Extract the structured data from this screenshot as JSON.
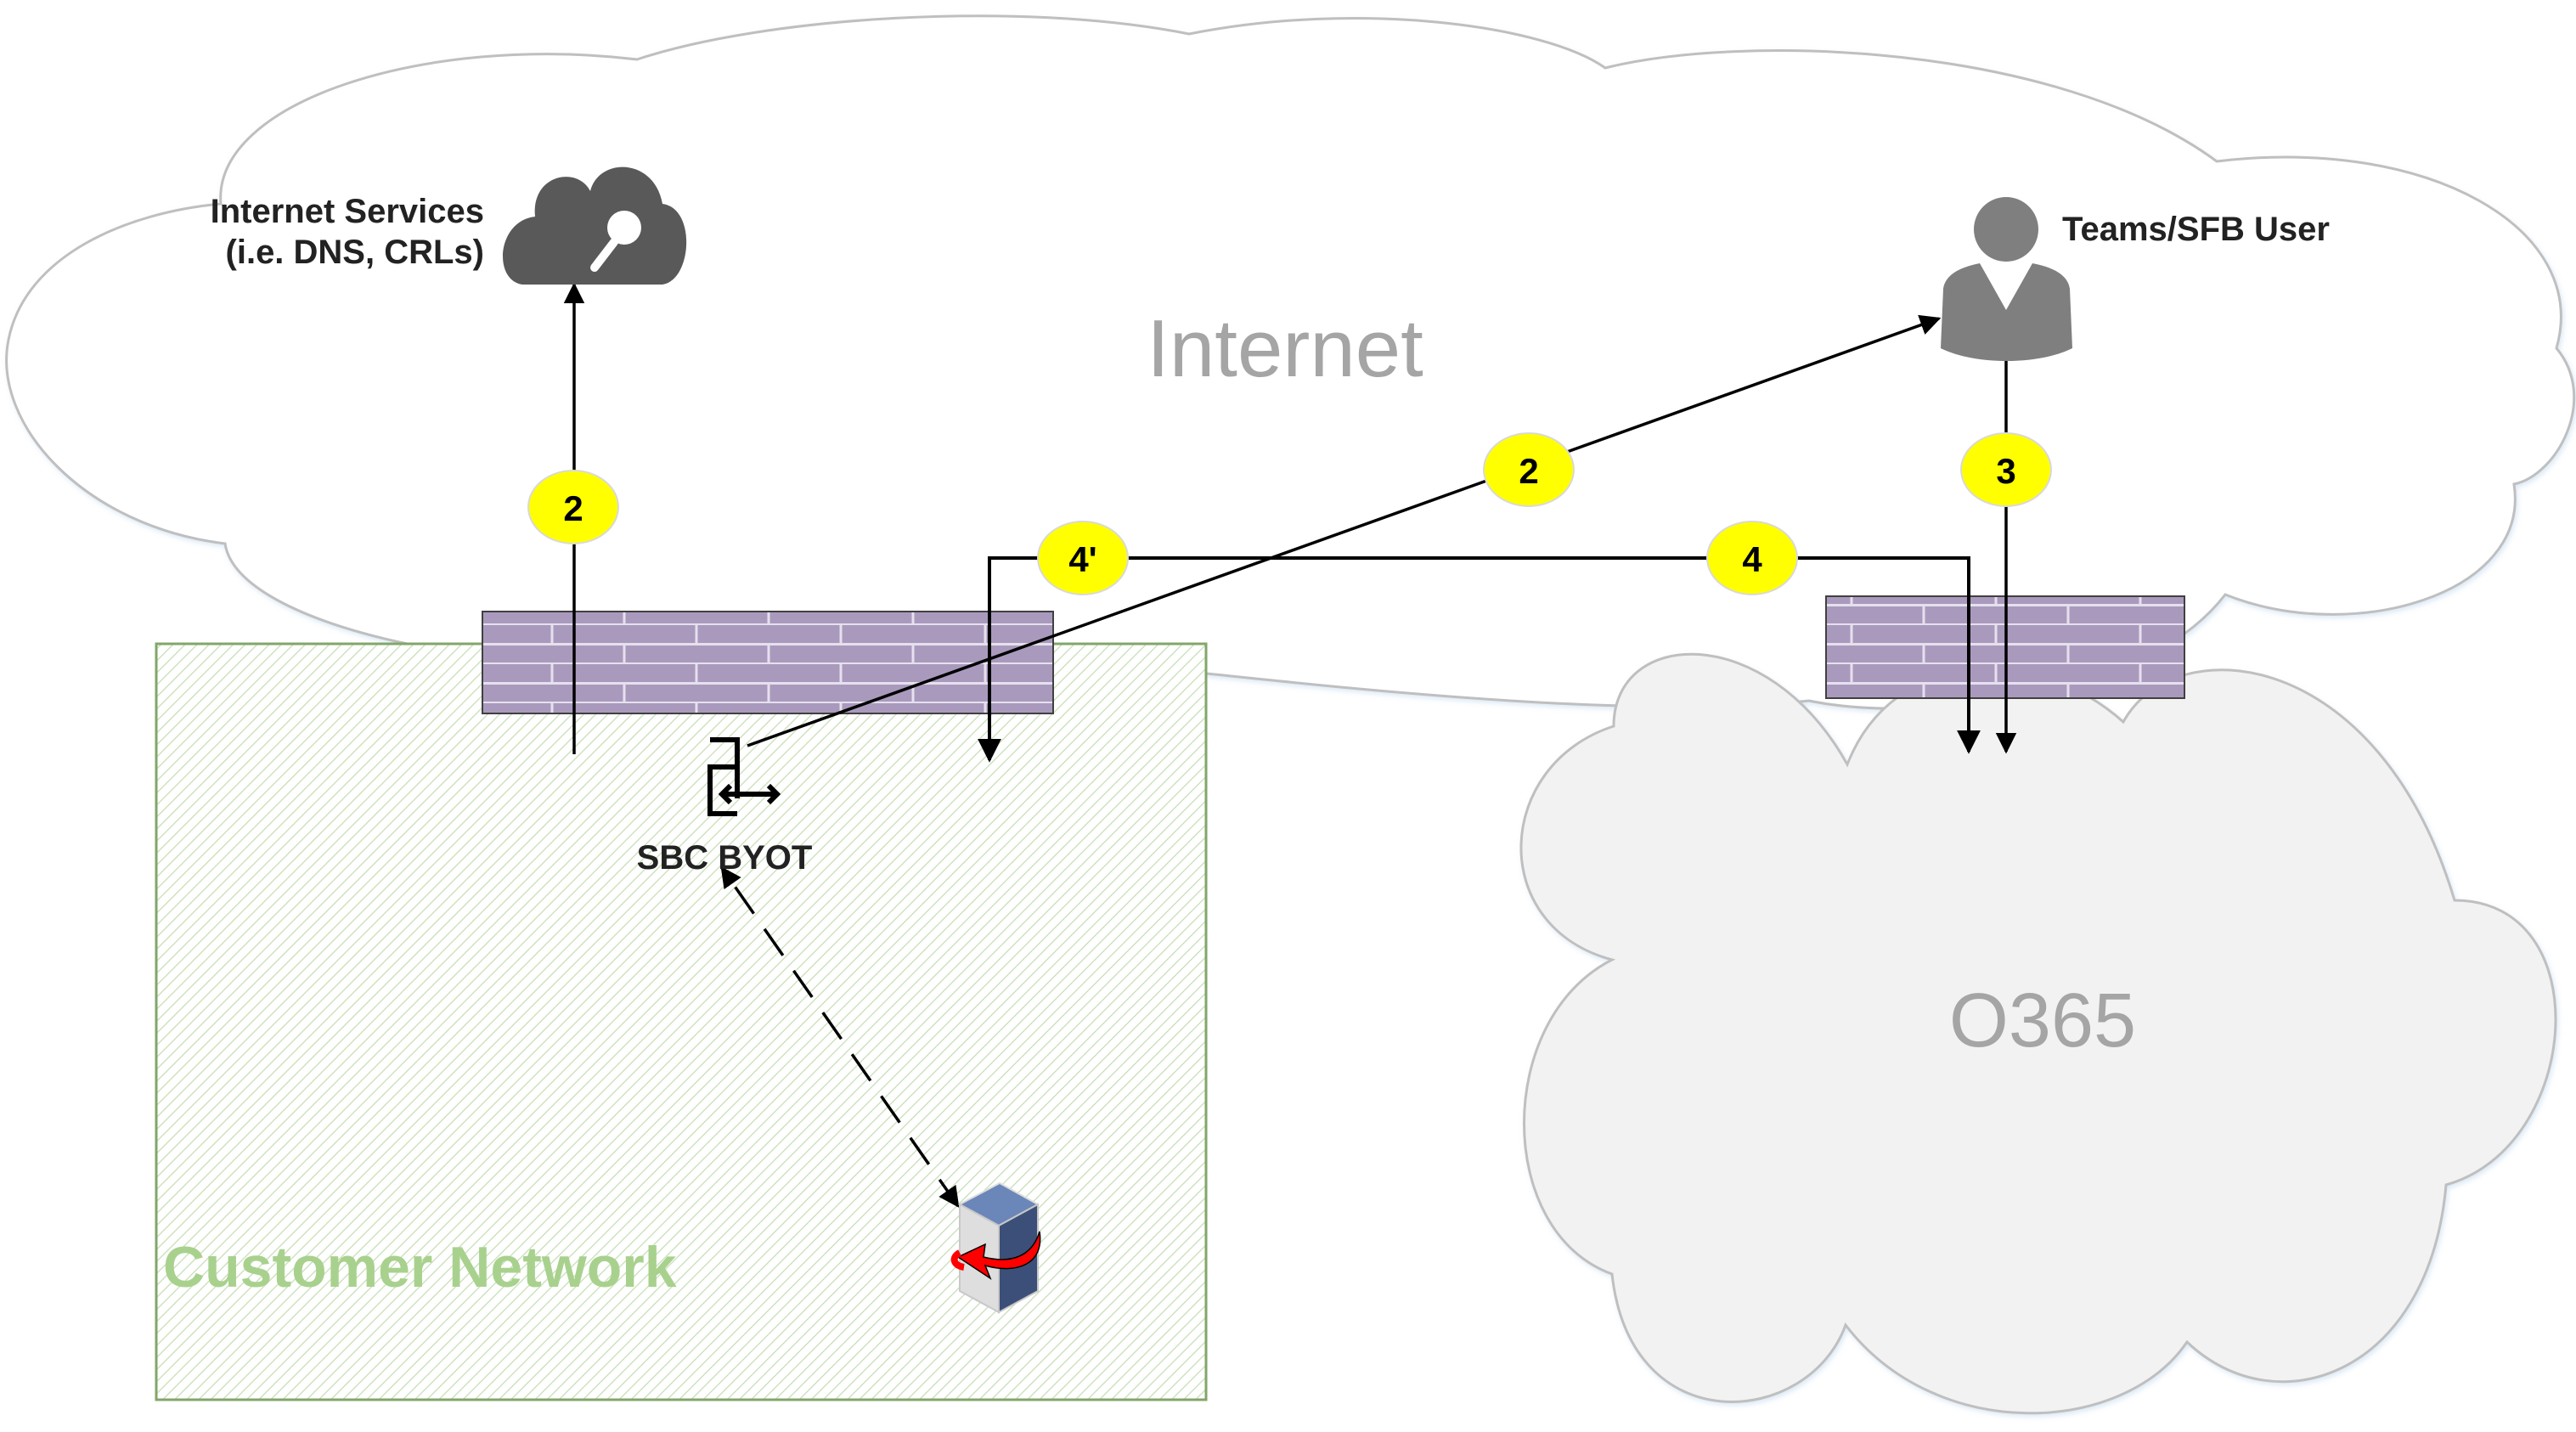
{
  "diagram": {
    "zones": {
      "internet": {
        "label": "Internet"
      },
      "o365": {
        "label": "O365"
      },
      "customer_network": {
        "label": "Customer Network"
      }
    },
    "nodes": {
      "internet_services": {
        "label_line1": "Internet Services",
        "label_line2": "(i.e. DNS, CRLs)",
        "icon": "cloud-search-icon"
      },
      "teams_user": {
        "label": "Teams/SFB User",
        "icon": "user-icon"
      },
      "sbc": {
        "label": "SBC BYOT",
        "icon": "sbc-gateway-icon"
      },
      "pbx_server": {
        "label": "",
        "icon": "server-sync-icon"
      },
      "firewall_customer": {
        "icon": "firewall-icon"
      },
      "firewall_o365": {
        "icon": "firewall-icon"
      }
    },
    "badges": [
      {
        "id": "step-2-dns",
        "text": "2"
      },
      {
        "id": "step-4-prime",
        "text": "4'"
      },
      {
        "id": "step-2-user",
        "text": "2"
      },
      {
        "id": "step-4",
        "text": "4"
      },
      {
        "id": "step-3",
        "text": "3"
      }
    ],
    "flows": [
      {
        "from": "sbc",
        "to": "internet_services",
        "step": "2",
        "style": "solid"
      },
      {
        "from": "sbc",
        "to": "teams_user",
        "step": "2",
        "style": "solid"
      },
      {
        "from": "teams_user",
        "to": "o365",
        "step": "3",
        "style": "solid"
      },
      {
        "from": "o365",
        "to": "customer_network",
        "step": "4'",
        "style": "solid"
      },
      {
        "from": "customer_network",
        "to": "o365",
        "step": "4",
        "style": "solid"
      },
      {
        "from": "pbx_server",
        "to": "sbc",
        "step": "",
        "style": "dashed",
        "bidirectional": true
      }
    ],
    "colors": {
      "badge_fill": "#ffff00",
      "firewall_fill": "#a99abd",
      "customer_network_stroke": "#82a66a",
      "customer_network_label": "#a9d18e",
      "cloud_stroke": "#bfbfbf",
      "o365_fill": "#f2f2f2",
      "icon_gray": "#7f7f7f"
    }
  }
}
